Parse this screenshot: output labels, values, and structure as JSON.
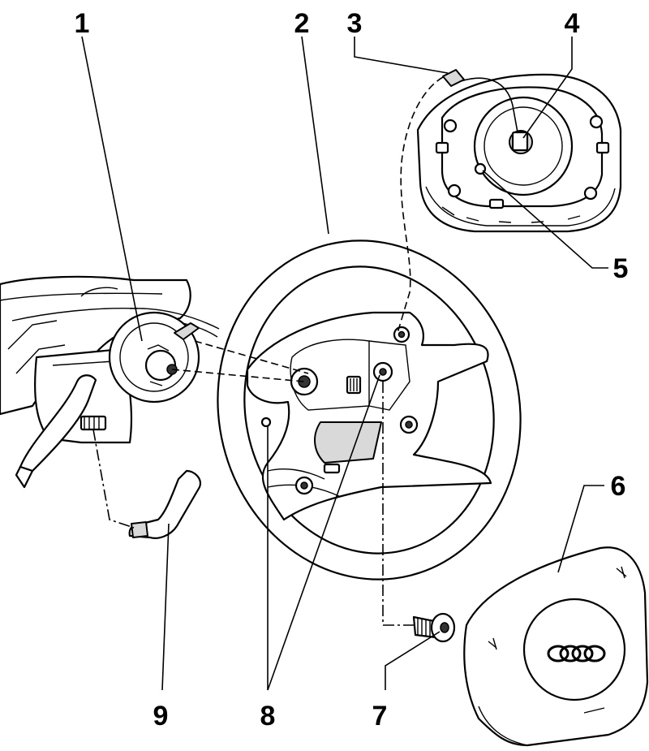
{
  "callouts": [
    {
      "id": "1",
      "label": "1"
    },
    {
      "id": "2",
      "label": "2"
    },
    {
      "id": "3",
      "label": "3"
    },
    {
      "id": "4",
      "label": "4"
    },
    {
      "id": "5",
      "label": "5"
    },
    {
      "id": "6",
      "label": "6"
    },
    {
      "id": "7",
      "label": "7"
    },
    {
      "id": "8",
      "label": "8"
    },
    {
      "id": "9",
      "label": "9"
    }
  ],
  "parts": [
    {
      "name": "steering-column-switch",
      "callout": "1"
    },
    {
      "name": "steering-wheel",
      "callout": "2"
    },
    {
      "name": "airbag-connector",
      "callout": "3"
    },
    {
      "name": "airbag-unit-rear",
      "callout": "4"
    },
    {
      "name": "airbag-mounting-point",
      "callout": "5"
    },
    {
      "name": "airbag-cover",
      "callout": "6"
    },
    {
      "name": "airbag-bolt",
      "callout": "7"
    },
    {
      "name": "steering-wheel-fixing-holes",
      "callout": "8"
    },
    {
      "name": "column-trim-bracket",
      "callout": "9"
    }
  ],
  "colors": {
    "line": "#000000",
    "background": "#ffffff",
    "shade": "#d9d9d9"
  }
}
